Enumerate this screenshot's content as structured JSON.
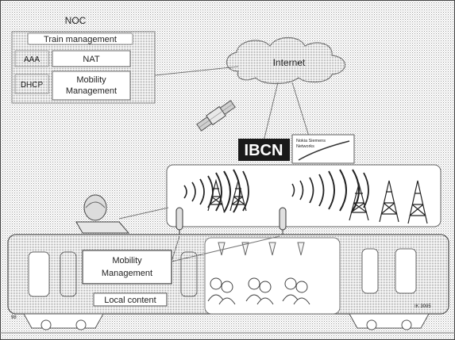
{
  "noc": {
    "title": "NOC",
    "train_management": "Train management",
    "aaa": "AAA",
    "nat": "NAT",
    "dhcp": "DHCP",
    "mobility_line1": "Mobility",
    "mobility_line2": "Management"
  },
  "internet": {
    "label": "Internet"
  },
  "ibcn": {
    "label": "IBCN"
  },
  "partner": {
    "line1": "Nokia Siemens",
    "line2": "Networks"
  },
  "train": {
    "mobility_line1": "Mobility",
    "mobility_line2": "Management",
    "local_content": "Local content",
    "small_left": "98",
    "small_right": "IK 3095"
  }
}
